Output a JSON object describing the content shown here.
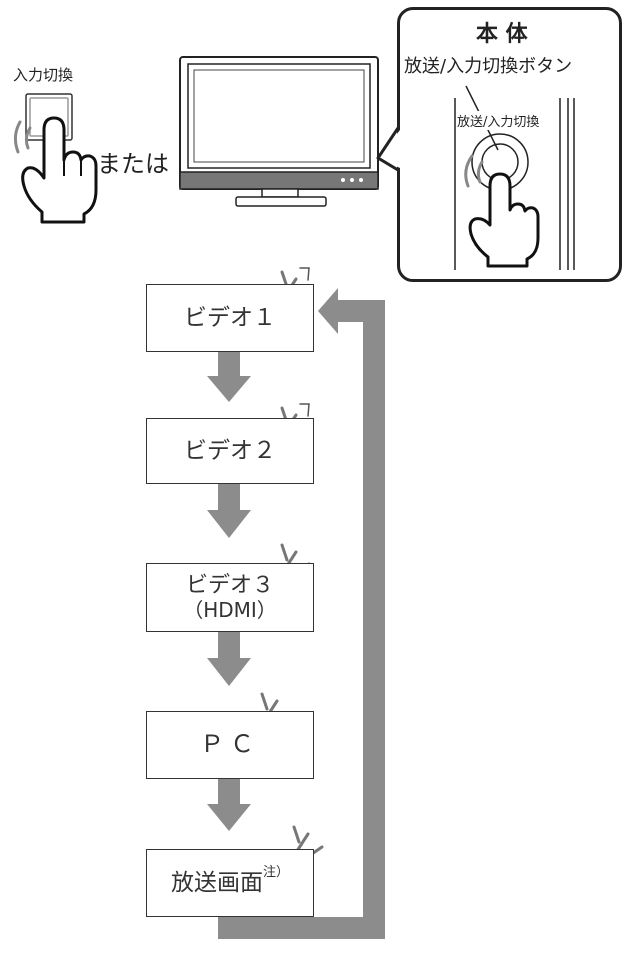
{
  "remote": {
    "label": "入力切換",
    "or_text": "または"
  },
  "main_unit": {
    "title": "本 体",
    "button_name": "放送/入力切換ボタン",
    "panel_label": "放送/入力切換"
  },
  "flow": {
    "steps": [
      {
        "line1": "ビデオ１",
        "line2": ""
      },
      {
        "line1": "ビデオ２",
        "line2": ""
      },
      {
        "line1": "ビデオ３",
        "line2": "（HDMI）"
      },
      {
        "line1": "ＰＣ",
        "line2": ""
      },
      {
        "line1": "放送画面",
        "note": "注）"
      }
    ]
  },
  "colors": {
    "arrow": "#8c8c8c",
    "line": "#222222"
  }
}
